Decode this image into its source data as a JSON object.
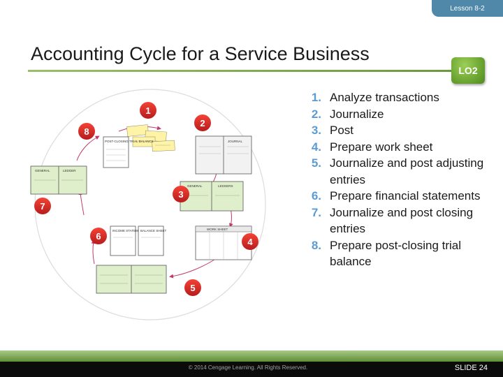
{
  "header": {
    "lesson": "Lesson 8-2"
  },
  "title": "Accounting Cycle for a Service Business",
  "badge": "LO2",
  "steps": [
    {
      "num": "1.",
      "text": "Analyze transactions"
    },
    {
      "num": "2.",
      "text": "Journalize"
    },
    {
      "num": "3.",
      "text": "Post"
    },
    {
      "num": "4.",
      "text": "Prepare work sheet"
    },
    {
      "num": "5.",
      "text": "Journalize and post adjusting entries"
    },
    {
      "num": "6.",
      "text": "Prepare financial statements"
    },
    {
      "num": "7.",
      "text": "Journalize and post closing entries"
    },
    {
      "num": "8.",
      "text": "Prepare post-closing trial balance"
    }
  ],
  "diagram": {
    "step_labels": [
      "1",
      "2",
      "3",
      "4",
      "5",
      "6",
      "7",
      "8"
    ],
    "doc_labels": {
      "post_closing_trial_balance": "POST-CLOSING TRIAL BALANCE",
      "ledger_pair_left": "GENERAL",
      "ledger_pair_right": "LEDGER",
      "journal": "JOURNAL",
      "general_ledger": "GENERAL",
      "ledgers": "LEDGERS",
      "income_statement": "INCOME STATEMENT",
      "balance_sheet": "BALANCE SHEET",
      "work_sheet": "WORK SHEET"
    },
    "badge_color": "#e53935",
    "accent": "#5b9bd5"
  },
  "footer": {
    "copyright": "© 2014 Cengage Learning. All Rights Reserved.",
    "slide": "SLIDE 24"
  }
}
